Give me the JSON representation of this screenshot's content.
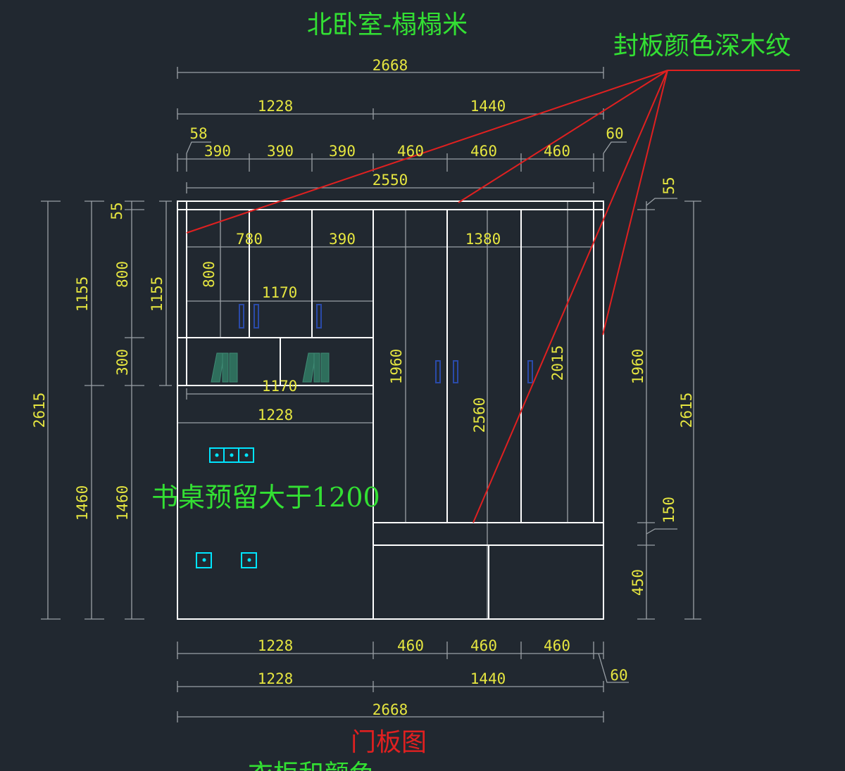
{
  "title": "北卧室-榻榻米",
  "callout_note": "封板颜色深木纹",
  "desk_note": "书桌预留大于1200",
  "footer_title": "门板图",
  "footer_partial": "衣柜和颜色",
  "colors": {
    "background": "#212830",
    "outline": "#ffffff",
    "dimension": "#e6e640",
    "leader": "#e02020",
    "note": "#33e033",
    "socket": "#00e5ff",
    "handle": "#1f3d8a"
  },
  "dims": {
    "top": {
      "overall": "2668",
      "left_block": "1228",
      "right_block": "1440",
      "edge_left": "58",
      "edge_right": "60",
      "c1": "390",
      "c2": "390",
      "c3": "390",
      "c4": "460",
      "c5": "460",
      "c6": "460",
      "inner": "2550"
    },
    "inner": {
      "w780": "780",
      "w390": "390",
      "w1380": "1380",
      "h800": "800",
      "w1170a": "1170",
      "w1170b": "1170",
      "w1228": "1228",
      "h1960_mid": "1960",
      "h2560": "2560",
      "h2015": "2015"
    },
    "left": {
      "total": "2615",
      "upper": "1155",
      "lower": "1460",
      "top_strip": "55",
      "upper_block": "800",
      "mid_block": "300",
      "lower_block": "1460",
      "inner_upper": "1155"
    },
    "right": {
      "top_strip": "55",
      "tall": "1960",
      "mid": "150",
      "low": "450",
      "total": "2615"
    },
    "bottom": {
      "left_block": "1228",
      "c1": "460",
      "c2": "460",
      "c3": "460",
      "left_block2": "1228",
      "right_block": "1440",
      "edge": "60",
      "overall": "2668"
    }
  }
}
